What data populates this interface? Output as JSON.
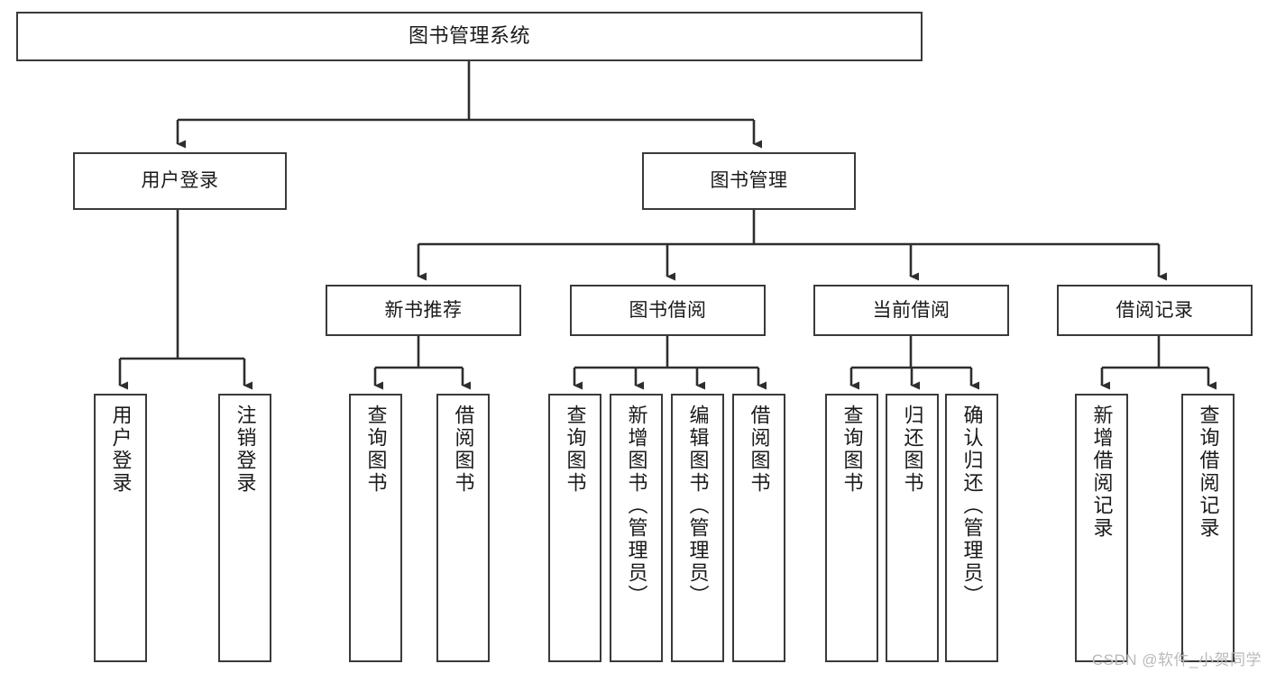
{
  "diagram": {
    "title": "图书管理系统",
    "type": "tree",
    "watermark": "CSDN @软件_小贺同学",
    "colors": {
      "box_border": "#3a3a3a",
      "box_fill": "#ffffff",
      "connector": "#2e2e2e",
      "text": "#1a1a1a",
      "watermark": "#b9b9b9",
      "background": "#ffffff"
    },
    "nodes": {
      "root": {
        "label": "图书管理系统"
      },
      "level2": [
        {
          "label": "用户登录"
        },
        {
          "label": "图书管理"
        }
      ],
      "level3": [
        {
          "label": "新书推荐"
        },
        {
          "label": "图书借阅"
        },
        {
          "label": "当前借阅"
        },
        {
          "label": "借阅记录"
        }
      ],
      "leaves_user_login": [
        {
          "label": "用户登录"
        },
        {
          "label": "注销登录"
        }
      ],
      "leaves_new_book": [
        {
          "label": "查询图书"
        },
        {
          "label": "借阅图书"
        }
      ],
      "leaves_borrow": [
        {
          "label": "查询图书"
        },
        {
          "label": "新增图书（管理员）"
        },
        {
          "label": "编辑图书（管理员）"
        },
        {
          "label": "借阅图书"
        }
      ],
      "leaves_current": [
        {
          "label": "查询图书"
        },
        {
          "label": "归还图书"
        },
        {
          "label": "确认归还（管理员）"
        }
      ],
      "leaves_record": [
        {
          "label": "新增借阅记录"
        },
        {
          "label": "查询借阅记录"
        }
      ]
    }
  }
}
